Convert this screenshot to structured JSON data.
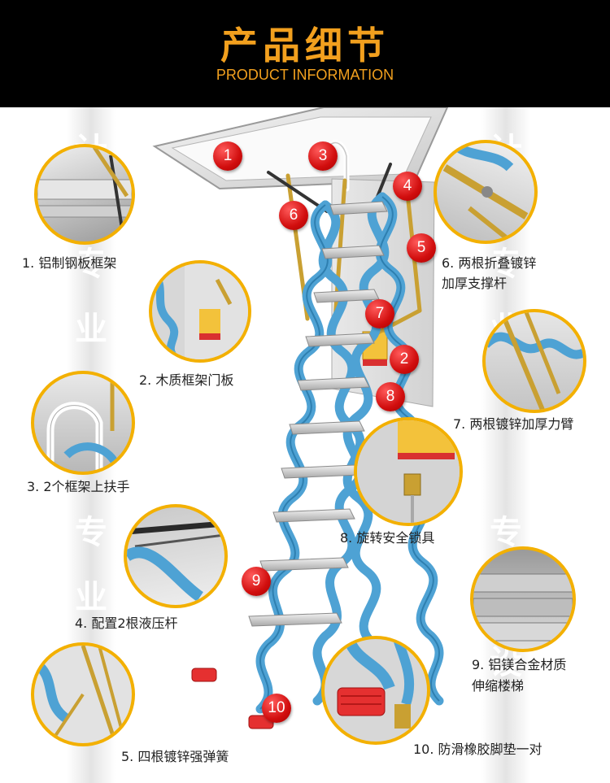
{
  "header": {
    "title_cn": "产品细节",
    "title_en": "PRODUCT INFORMATION",
    "accent_color": "#f2a01e",
    "background_color": "#000000"
  },
  "watermark": {
    "left_chars": [
      "计",
      "专",
      "业",
      "设",
      "专",
      "业",
      "设"
    ],
    "right_chars": [
      "计",
      "专",
      "业",
      "专",
      "业",
      "设"
    ]
  },
  "ring_color": "#f3b000",
  "badge_color": "#d10e0e",
  "badges": [
    "1",
    "2",
    "3",
    "4",
    "5",
    "6",
    "7",
    "8",
    "9",
    "10"
  ],
  "features": [
    {
      "label": "1. 铝制钢板框架"
    },
    {
      "label": "2. 木质框架门板"
    },
    {
      "label": "3. 2个框架上扶手"
    },
    {
      "label": "4. 配置2根液压杆"
    },
    {
      "label": "5. 四根镀锌强弹簧"
    },
    {
      "label_line1": "6. 两根折叠镀锌",
      "label_line2": "加厚支撑杆"
    },
    {
      "label": "7. 两根镀锌加厚力臂"
    },
    {
      "label": "8. 旋转安全锁具"
    },
    {
      "label_line1": "9. 铝镁合金材质",
      "label_line2": "伸缩楼梯"
    },
    {
      "label": "10. 防滑橡胶脚垫一对"
    }
  ]
}
